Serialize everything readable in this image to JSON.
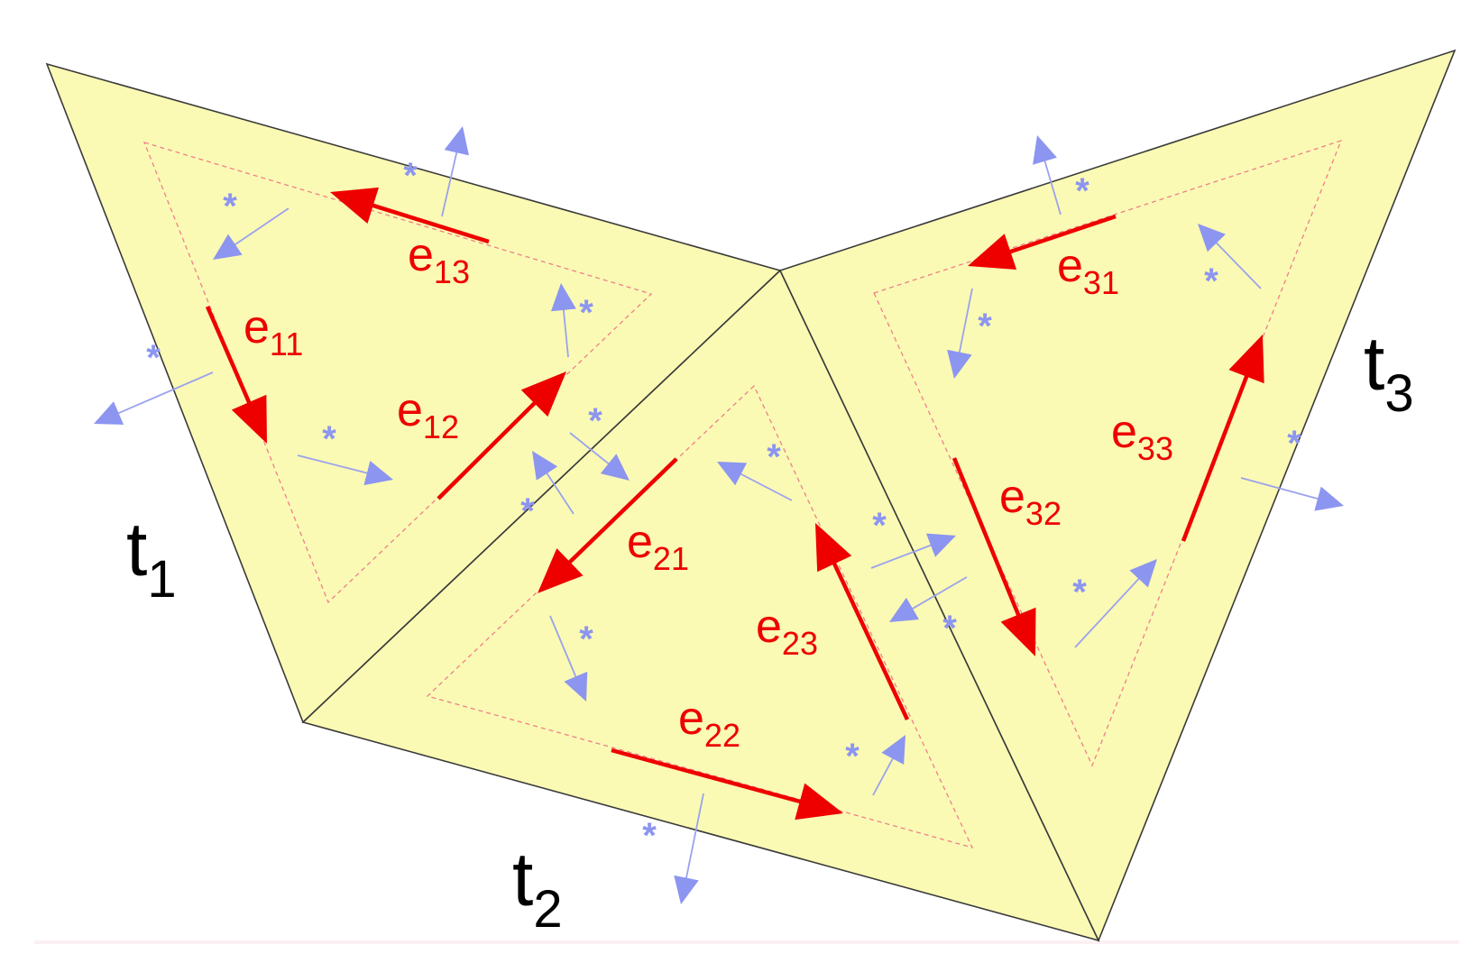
{
  "diagram": {
    "triangles": [
      {
        "id": "t1",
        "label": "t",
        "subscript": "1"
      },
      {
        "id": "t2",
        "label": "t",
        "subscript": "2"
      },
      {
        "id": "t3",
        "label": "t",
        "subscript": "3"
      }
    ],
    "edges": [
      {
        "id": "e11",
        "label": "e",
        "subscript": "11"
      },
      {
        "id": "e12",
        "label": "e",
        "subscript": "12"
      },
      {
        "id": "e13",
        "label": "e",
        "subscript": "13"
      },
      {
        "id": "e21",
        "label": "e",
        "subscript": "21"
      },
      {
        "id": "e22",
        "label": "e",
        "subscript": "22"
      },
      {
        "id": "e23",
        "label": "e",
        "subscript": "23"
      },
      {
        "id": "e31",
        "label": "e",
        "subscript": "31"
      },
      {
        "id": "e32",
        "label": "e",
        "subscript": "32"
      },
      {
        "id": "e33",
        "label": "e",
        "subscript": "33"
      }
    ],
    "normal_marker": "*",
    "colors": {
      "triangle_fill": "#fafab4",
      "triangle_stroke": "#3a3a3a",
      "edge": "#ee0000",
      "normal": "#8c95f0",
      "inner_outline": "#f07f8a"
    }
  }
}
